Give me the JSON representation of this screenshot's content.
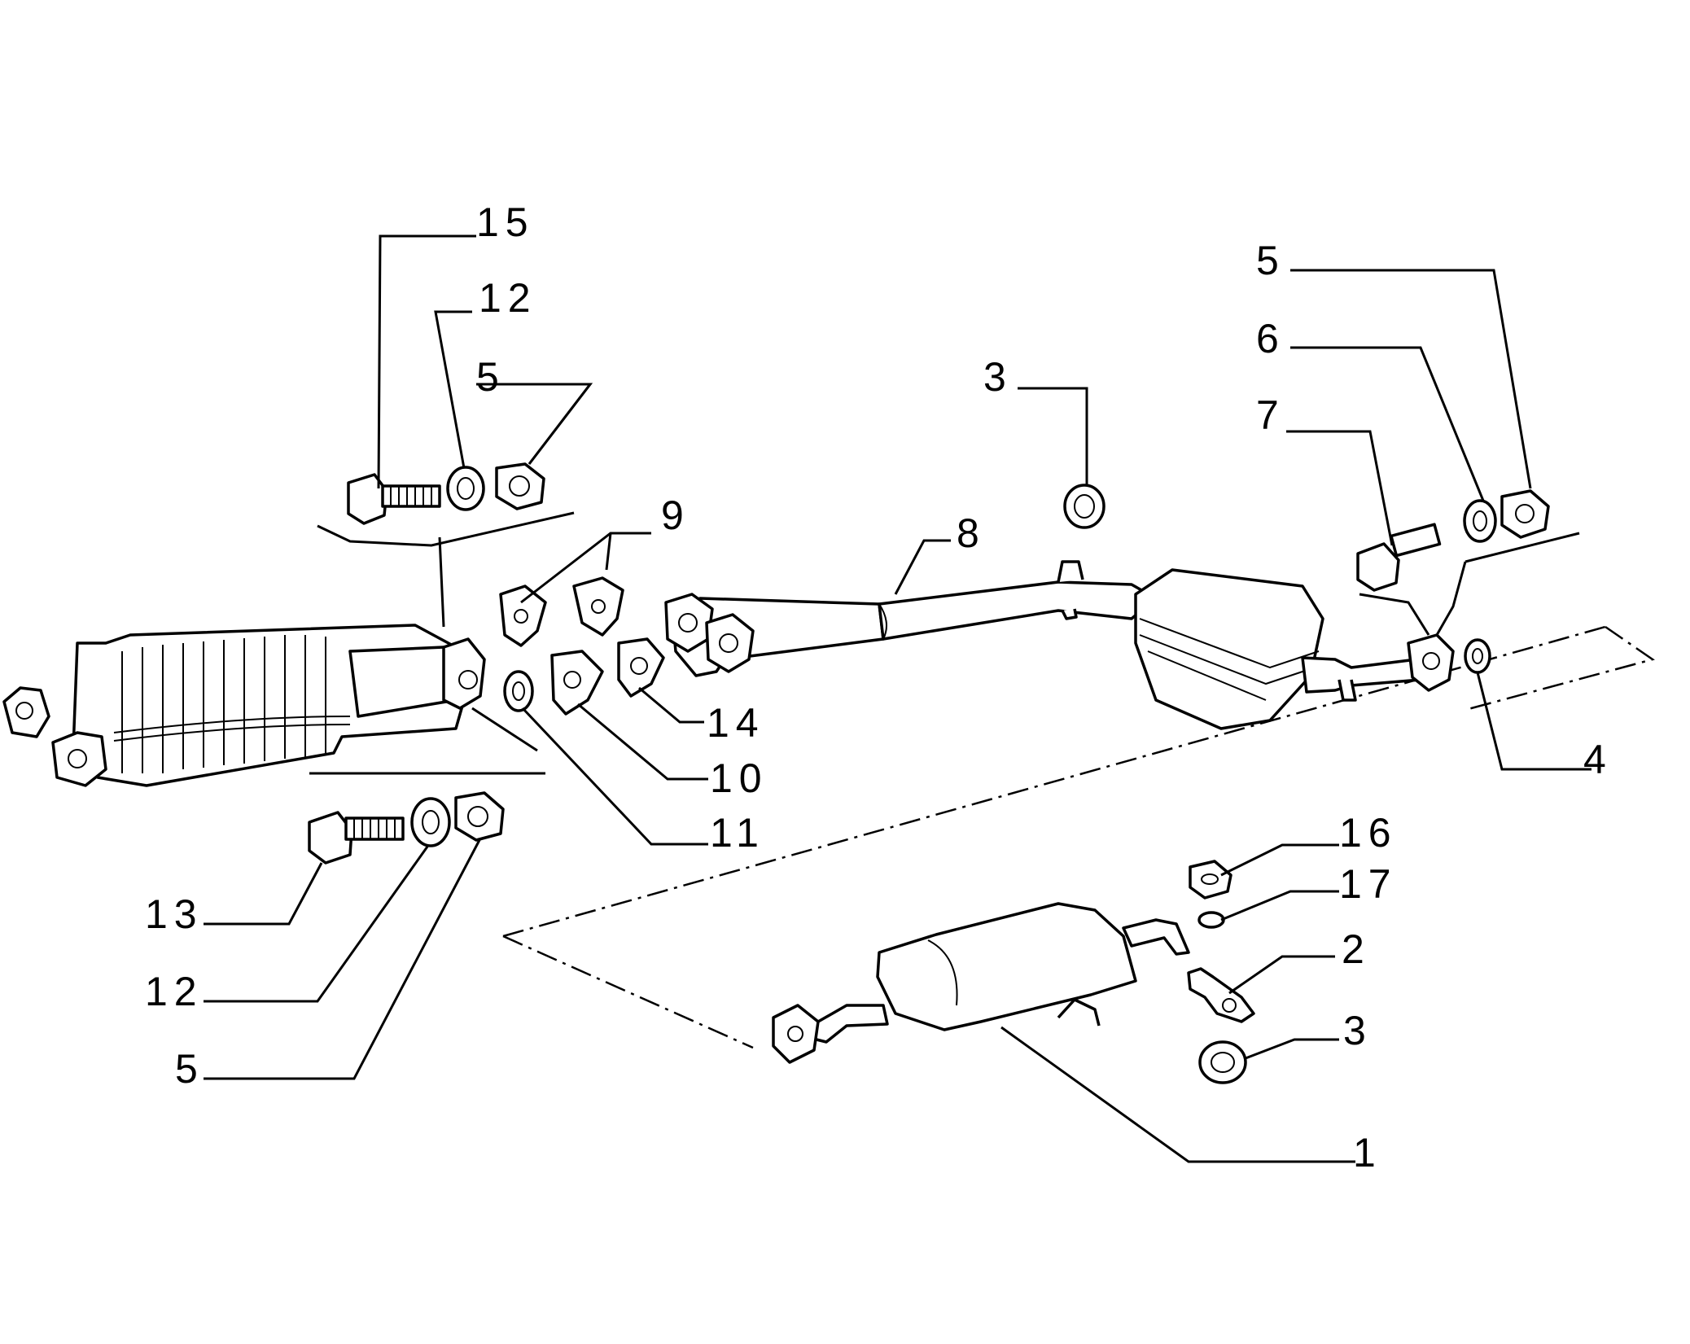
{
  "callouts": [
    {
      "id": "c15-top",
      "text": "15"
    },
    {
      "id": "c12-top",
      "text": "12"
    },
    {
      "id": "c5-top-left",
      "text": "5"
    },
    {
      "id": "c9",
      "text": "9"
    },
    {
      "id": "c14",
      "text": "14"
    },
    {
      "id": "c10",
      "text": "10"
    },
    {
      "id": "c11",
      "text": "11"
    },
    {
      "id": "c13",
      "text": "13"
    },
    {
      "id": "c12-bottom",
      "text": "12"
    },
    {
      "id": "c5-bottom-left",
      "text": "5"
    },
    {
      "id": "c8",
      "text": "8"
    },
    {
      "id": "c3-top",
      "text": "3"
    },
    {
      "id": "c5-right",
      "text": "5"
    },
    {
      "id": "c6",
      "text": "6"
    },
    {
      "id": "c7",
      "text": "7"
    },
    {
      "id": "c4",
      "text": "4"
    },
    {
      "id": "c16",
      "text": "16"
    },
    {
      "id": "c17",
      "text": "17"
    },
    {
      "id": "c2",
      "text": "2"
    },
    {
      "id": "c3-bottom",
      "text": "3"
    },
    {
      "id": "c1",
      "text": "1"
    }
  ]
}
